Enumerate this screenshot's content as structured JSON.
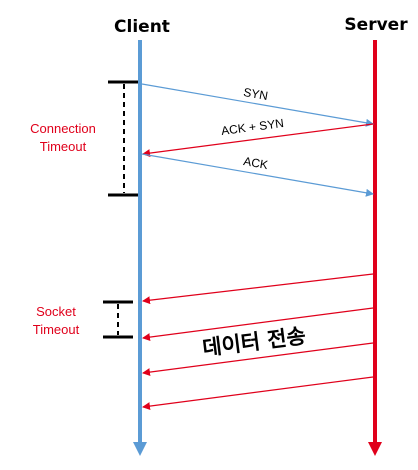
{
  "participants": {
    "client": {
      "label": "Client",
      "color": "#5b9bd5"
    },
    "server": {
      "label": "Server",
      "color": "#e0001b"
    }
  },
  "handshake": {
    "syn": "SYN",
    "syn_ack": "ACK + SYN",
    "ack": "ACK"
  },
  "timeouts": {
    "connection": {
      "line1": "Connection",
      "line2": "Timeout"
    },
    "socket": {
      "line1": "Socket",
      "line2": "Timeout"
    },
    "label_color": "#e0001b"
  },
  "data_transfer_label": "데이터 전송",
  "colors": {
    "client_to_server_arrow": "#5b9bd5",
    "server_to_client_arrow": "#e0001b",
    "bracket": "#000000"
  }
}
